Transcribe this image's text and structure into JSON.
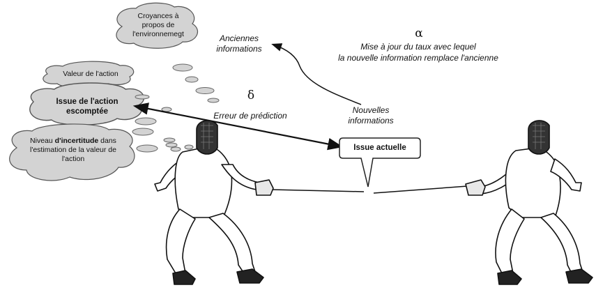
{
  "clouds": {
    "beliefs": "Croyances à propos de l'environnemegt",
    "action_value": "Valeur de l'action",
    "expected_outcome": "Issue de l'action escomptée",
    "uncertainty_pre": "Niveau ",
    "uncertainty_bold": "d'incertitude",
    "uncertainty_post": " dans l'estimation de la valeur de l'action"
  },
  "labels": {
    "old_info": "Anciennes informations",
    "alpha_symbol": "α",
    "alpha_text_line1": "Mise à jour du taux avec lequel",
    "alpha_text_line2": "la nouvelle information remplace l'ancienne",
    "new_info": "Nouvelles informations",
    "delta_symbol": "δ",
    "prediction_error": "Erreur de prédiction",
    "actual_outcome": "Issue actuelle"
  },
  "colors": {
    "cloud_fill": "#d3d3d3",
    "line": "#111111"
  }
}
